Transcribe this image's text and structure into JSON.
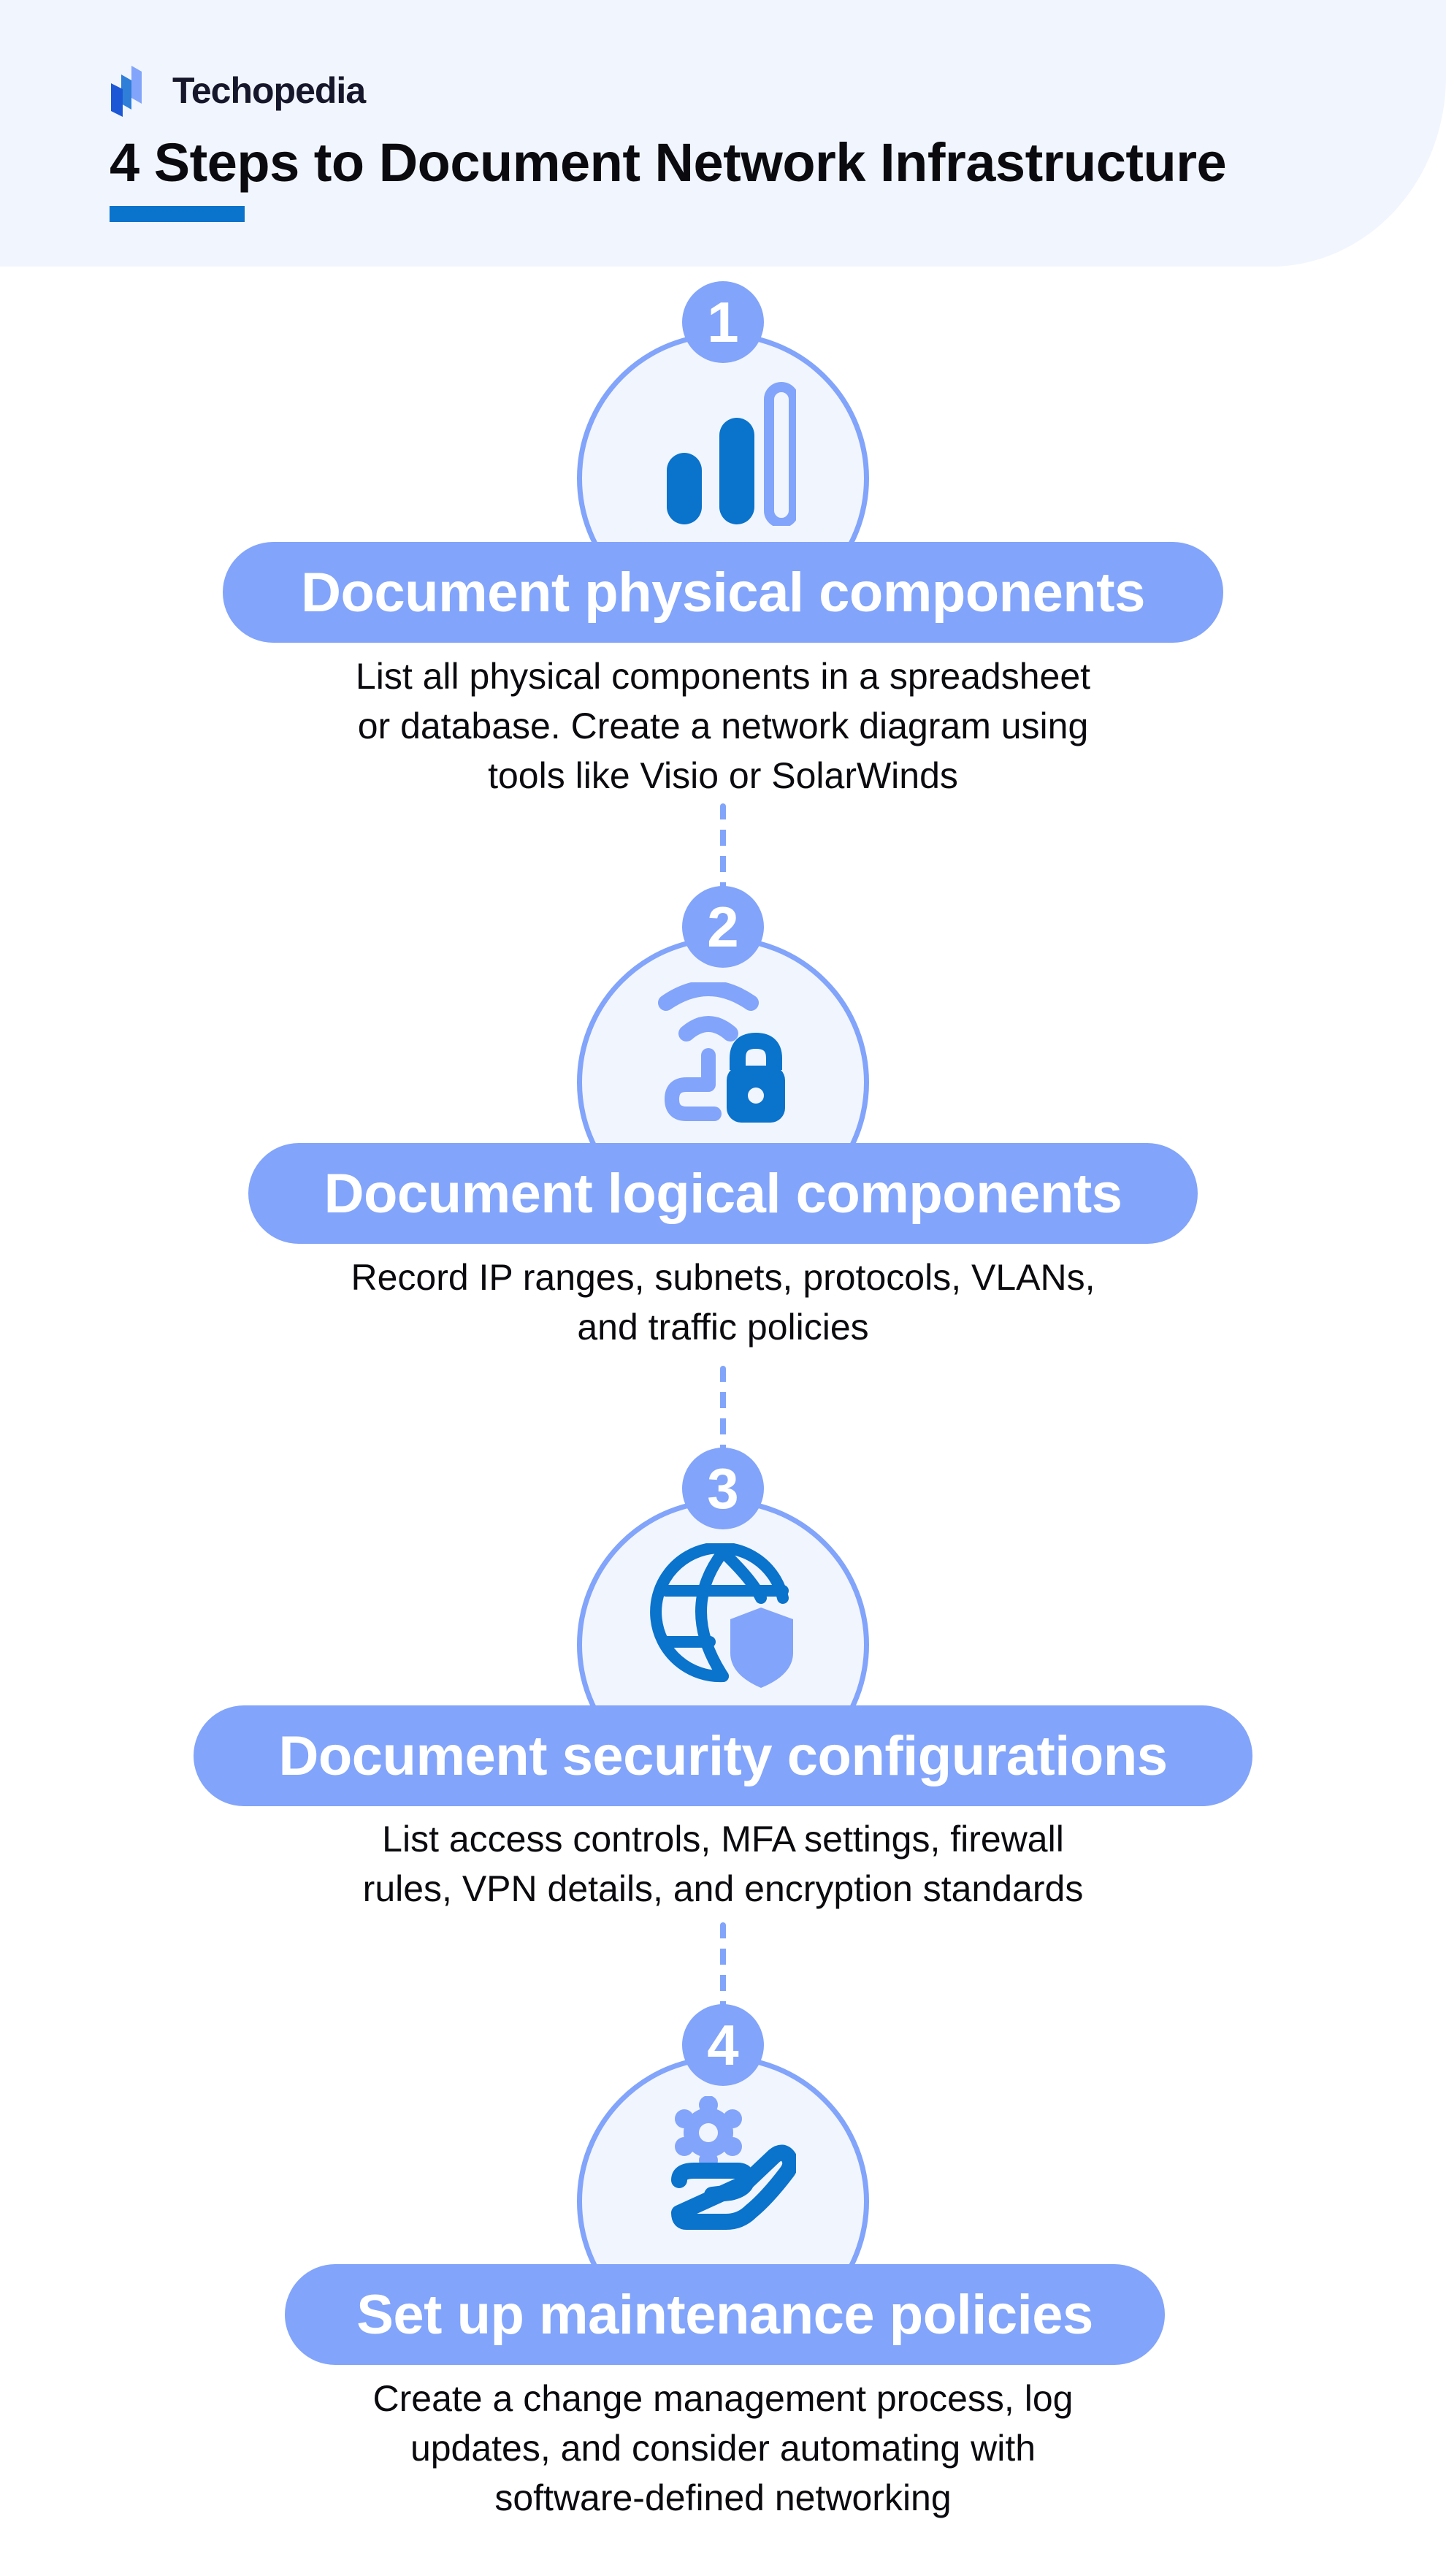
{
  "brand": {
    "name": "Techopedia",
    "logo_icon": "techopedia-logo-icon"
  },
  "header": {
    "title": "4 Steps to Document Network Infrastructure"
  },
  "colors": {
    "header_bg": "#F1F5FE",
    "accent_dark": "#0A73CC",
    "accent_light": "#82A4FA",
    "circle_fill": "#F1F5FE",
    "text": "#0B0B0F"
  },
  "steps": [
    {
      "number": "1",
      "icon": "signal-bars-icon",
      "title": "Document physical components",
      "description": [
        "List all physical components in a spreadsheet",
        "or database. Create a network diagram using",
        "tools like Visio or SolarWinds"
      ]
    },
    {
      "number": "2",
      "icon": "wifi-lock-icon",
      "title": "Document logical components",
      "description": [
        "Record IP ranges, subnets, protocols, VLANs,",
        "and traffic policies"
      ]
    },
    {
      "number": "3",
      "icon": "globe-shield-icon",
      "title": "Document security configurations",
      "description": [
        "List access controls, MFA settings, firewall",
        "rules, VPN details, and encryption standards"
      ]
    },
    {
      "number": "4",
      "icon": "hand-gear-icon",
      "title": "Set up maintenance policies",
      "description": [
        "Create a change management process, log",
        "updates, and consider automating with",
        "software-defined networking"
      ]
    }
  ]
}
